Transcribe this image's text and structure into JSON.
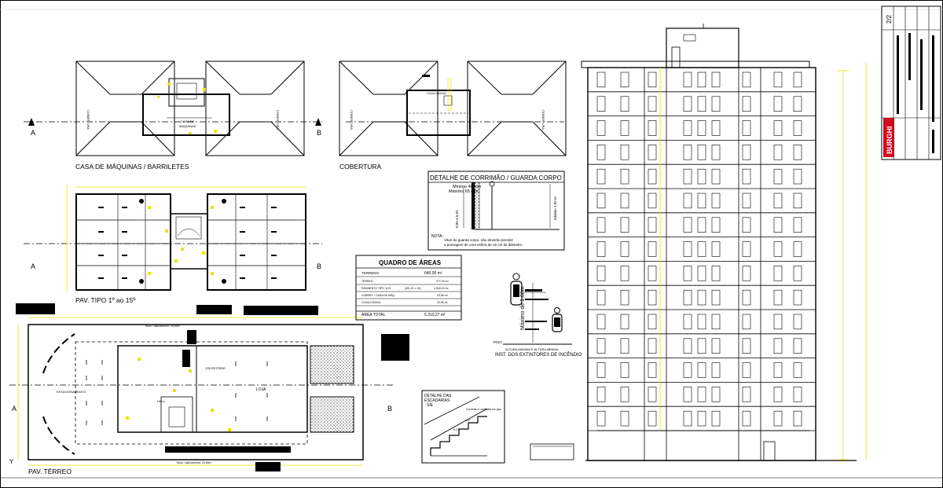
{
  "colors": {
    "linework": "#000000",
    "dimension": "#e6e600",
    "accent": "#d10a1e",
    "paper": "#ffffff"
  },
  "plans": {
    "machine_house": {
      "title": "CASA DE MÁQUINAS / BARRILETES",
      "center_label_1": "CASA DE",
      "center_label_2": "MÁQUINAS",
      "roof_label": "COBERTURA"
    },
    "roof": {
      "title": "COBERTURA",
      "roof_label": "COBERTURA",
      "box_label": "CAIXA D'ÁGUA"
    },
    "typical": {
      "title": "PAV. TIPO 1º ao 15º"
    },
    "ground": {
      "title": "PAV. TÉRREO",
      "parking_label": "ESTACIONAMENTO",
      "shop_label": "LOJA",
      "office_label": "ESCRITÓRIO",
      "hall_label": "HALL",
      "dim_top": "Muro / alinhamento: 29,60m",
      "dim_bottom": "Muro / alinhamento: 29,60m"
    },
    "section_a": "A",
    "section_b": "B"
  },
  "handrail_detail": {
    "title": "DETALHE DE CORRIMÃO / GUARDA CORPO",
    "min_label": "Mínimo 40 mm",
    "max_label": "Máximo 65 mm",
    "height_label": "0,80 a 0,92",
    "guard_label": "mínimo 1,05 m",
    "note_1": "Vãos do guarda corpo, não deverão permitir",
    "note_2": "a passagem de uma esfera de 15 cm de diâmetro.",
    "note_prefix": "NOTA:"
  },
  "areas_table": {
    "title": "QUADRO DE ÁREAS",
    "rows": [
      {
        "label": "TERRENO",
        "value": "640,00 m²"
      },
      {
        "label": "TÉRREO",
        "value": "377,20 m²"
      },
      {
        "label": "PAVIMENTO TIPO 1/15",
        "mid": "(301,21 x 15)",
        "value": "4.518,15 m²"
      },
      {
        "label": "COBERT. / CASA DE MÁQ.",
        "value": "23,96 m²"
      },
      {
        "label": "CAIXA D'ÁGUA",
        "value": "23,96 m²"
      }
    ],
    "total_label": "ÁREA TOTAL",
    "total_value": "5.310,27 m²"
  },
  "extinguisher_detail": {
    "height_label": "Máximo de 1,60m",
    "floor_label": "PISO",
    "note": "ALTURA MÁXIMA E ALTURA MÍNIMA",
    "title": "INST. DOS EXTINTORES DE INCÊNDIO"
  },
  "stair_detail": {
    "title_1": "DETALHE DAS",
    "title_2": "ESCADARIAS",
    "scale": "S/E",
    "note": "Corrimão e corrimão em piso",
    "dim_1": "0,27",
    "dim_2": "0,17"
  },
  "title_block": {
    "sheet": "2/2",
    "brand": "BURGHI"
  }
}
